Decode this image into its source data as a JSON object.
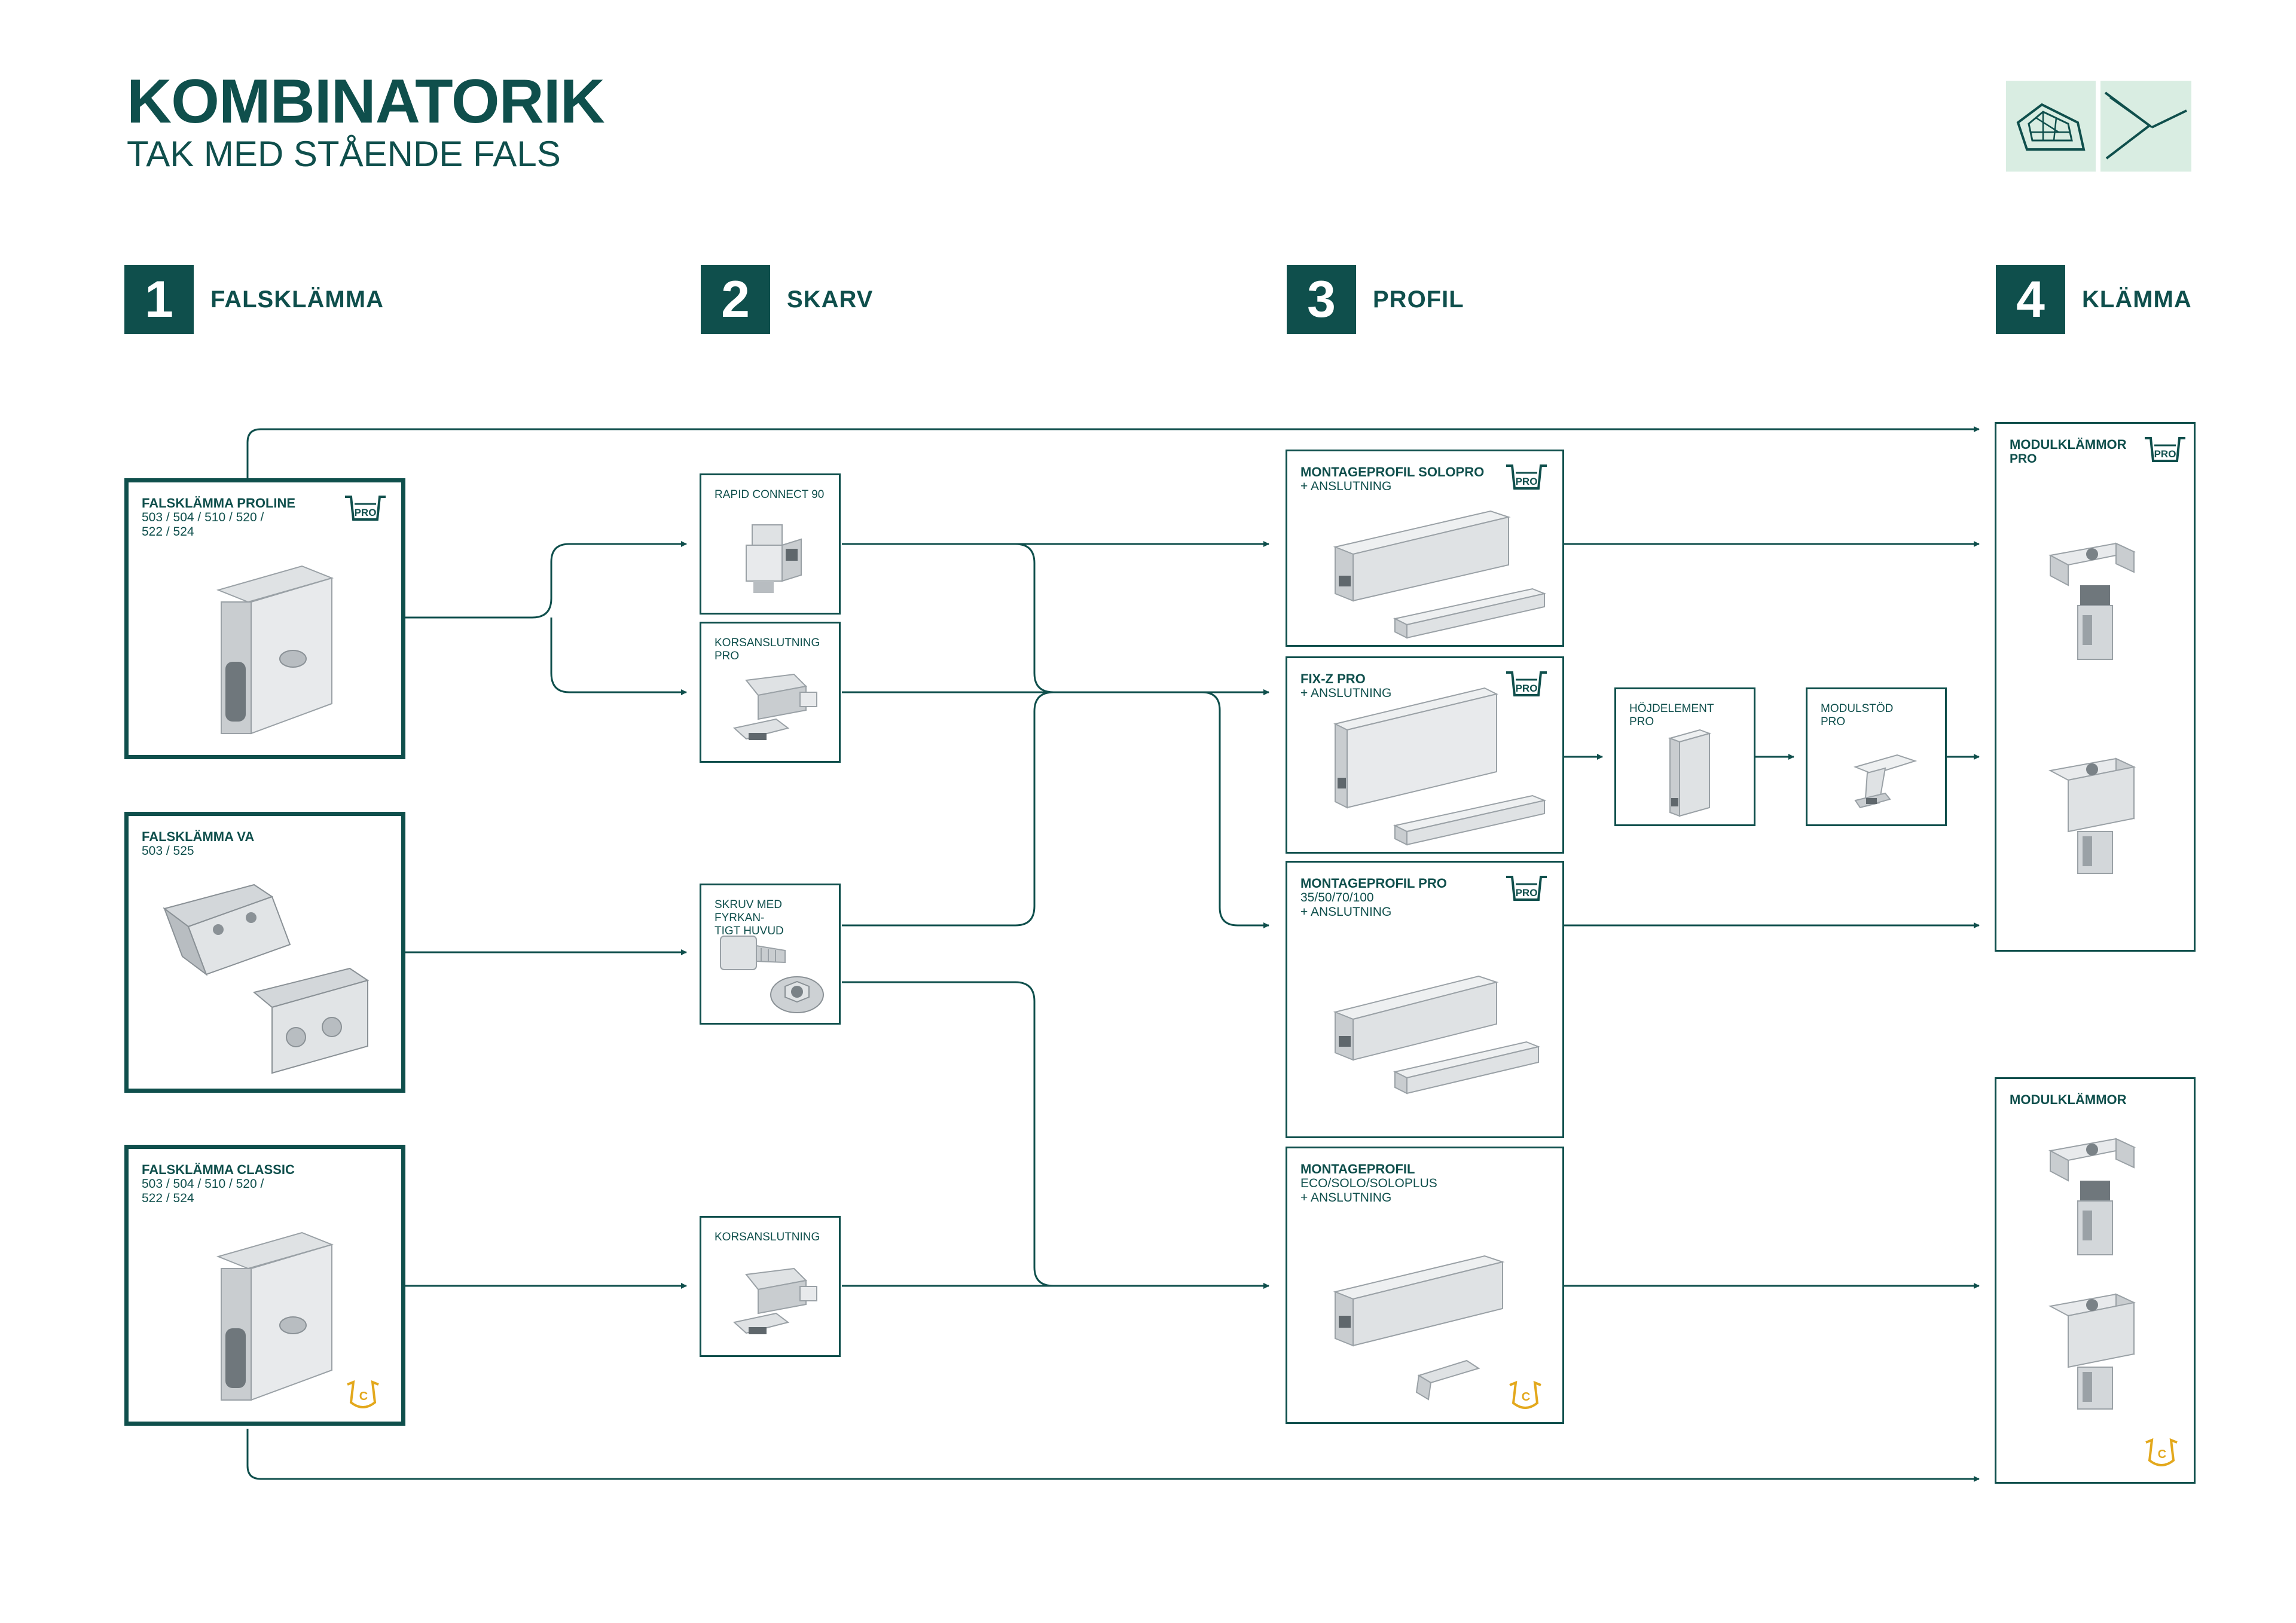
{
  "header": {
    "title": "KOMBINATORIK",
    "subtitle": "TAK MED STÅENDE FALS",
    "corner_icons": [
      "roof-solar-icon",
      "standing-seam-icon"
    ]
  },
  "steps": [
    {
      "num": "1",
      "label": "FALSKLÄMMA"
    },
    {
      "num": "2",
      "label": "SKARV"
    },
    {
      "num": "3",
      "label": "PROFIL"
    },
    {
      "num": "4",
      "label": "KLÄMMA"
    }
  ],
  "column1": [
    {
      "name": "FALSKLÄMMA PROLINE",
      "sub": "503 / 504 / 510 / 520 /",
      "sub2": "522 / 524",
      "badge": "PRO"
    },
    {
      "name": "FALSKLÄMMA VA",
      "sub": "503 / 525",
      "sub2": "",
      "badge": ""
    },
    {
      "name": "FALSKLÄMMA CLASSIC",
      "sub": "503 / 504 / 510 / 520 /",
      "sub2": "522 / 524",
      "badge": "C"
    }
  ],
  "column2": [
    {
      "line1": "RAPID CONNECT 90",
      "line2": ""
    },
    {
      "line1": "KORSANSLUTNING",
      "line2": "PRO"
    },
    {
      "line1": "SKRUV MED FYRKAN-",
      "line2": "TIGT HUVUD"
    },
    {
      "line1": "KORSANSLUTNING",
      "line2": ""
    }
  ],
  "column3": [
    {
      "name": "MONTAGEPROFIL SOLOPRO",
      "sub": "+ ANSLUTNING",
      "sub2": "",
      "badge": "PRO"
    },
    {
      "name": "FIX-Z PRO",
      "sub": "+ ANSLUTNING",
      "sub2": "",
      "badge": "PRO"
    },
    {
      "name": "MONTAGEPROFIL PRO",
      "sub": "35/50/70/100",
      "sub2": "+ ANSLUTNING",
      "badge": "PRO"
    },
    {
      "name": "MONTAGEPROFIL",
      "sub": "ECO/SOLO/SOLOPLUS",
      "sub2": "+ ANSLUTNING",
      "badge": "C"
    }
  ],
  "extras": [
    {
      "line1": "HÖJDELEMENT",
      "line2": "PRO"
    },
    {
      "line1": "MODULSTÖD",
      "line2": "PRO"
    }
  ],
  "column4": [
    {
      "name": "MODULKLÄMMOR",
      "sub": "PRO",
      "badge": "PRO"
    },
    {
      "name": "MODULKLÄMMOR",
      "sub": "",
      "badge": "C"
    }
  ],
  "badges": {
    "pro_text": "PRO",
    "c_text": "C"
  },
  "colors": {
    "primary": "#0f4f4c",
    "badge_yellow": "#e3a81c",
    "icon_bg": "#d9ede2",
    "metal_light": "#e4e6e8",
    "metal_dark": "#9aa1a6"
  }
}
